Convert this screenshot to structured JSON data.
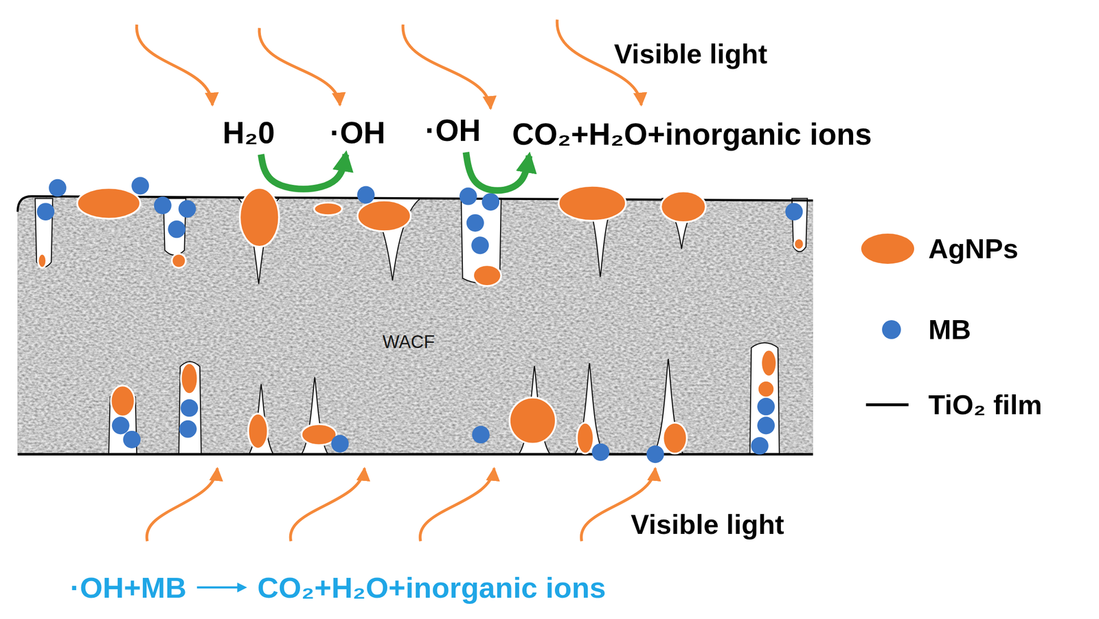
{
  "diagram": {
    "nodes": [
      {
        "text": [
          "H₂0"
        ]
      },
      {
        "text": [
          "·OH"
        ]
      },
      {
        "text": [
          "·OH"
        ]
      },
      {
        "text": [
          "CO₂+H₂O+inorganic ions"
        ]
      }
    ],
    "edges": [
      {
        "from": 0,
        "to": 1,
        "arrow": "to"
      },
      {
        "from": 2,
        "to": 3,
        "arrow": "to"
      }
    ],
    "labels": [
      "Visible light",
      "WACF",
      "Visible light",
      "·OH+MB",
      "CO₂+H₂O+inorganic ions"
    ],
    "legend": [
      {
        "text": "AgNPs",
        "color": "#ef7a2e"
      },
      {
        "text": "MB",
        "color": "#3a76c6"
      },
      {
        "text": "TiO₂ film"
      }
    ]
  }
}
